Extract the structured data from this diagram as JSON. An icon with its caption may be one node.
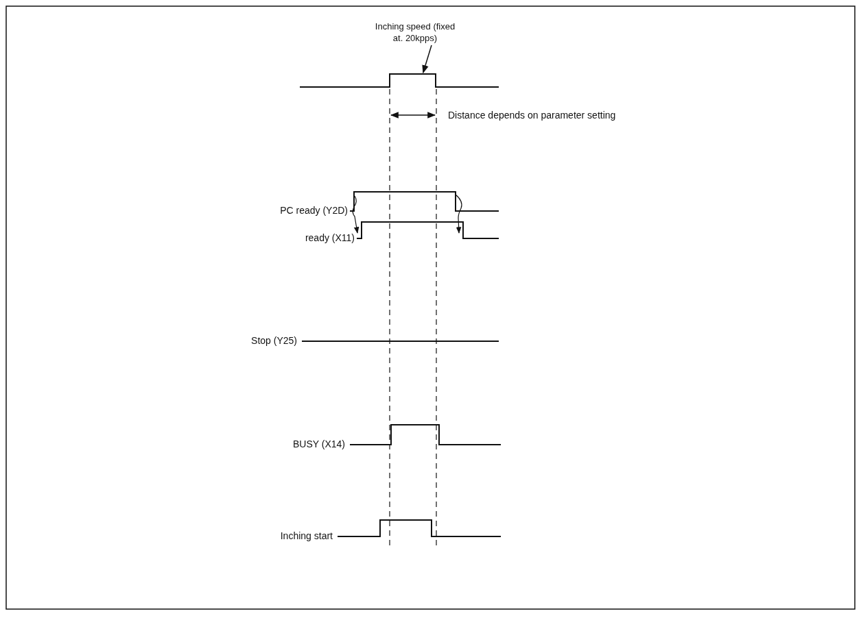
{
  "diagram": {
    "nodes": [
      {
        "text": [
          "Inching speed (fixed at. 20kpps)"
        ]
      },
      {
        "text": [],
        "shape": "picture"
      }
    ],
    "edges": [
      {
        "from": 0,
        "to": 1,
        "arrow": "to"
      }
    ],
    "labels": [
      "Distance depends on parameter setting",
      "PC ready (Y2D)",
      "ready (X11)",
      "Stop (Y25)",
      "BUSY (X14)",
      "Inching start"
    ]
  }
}
